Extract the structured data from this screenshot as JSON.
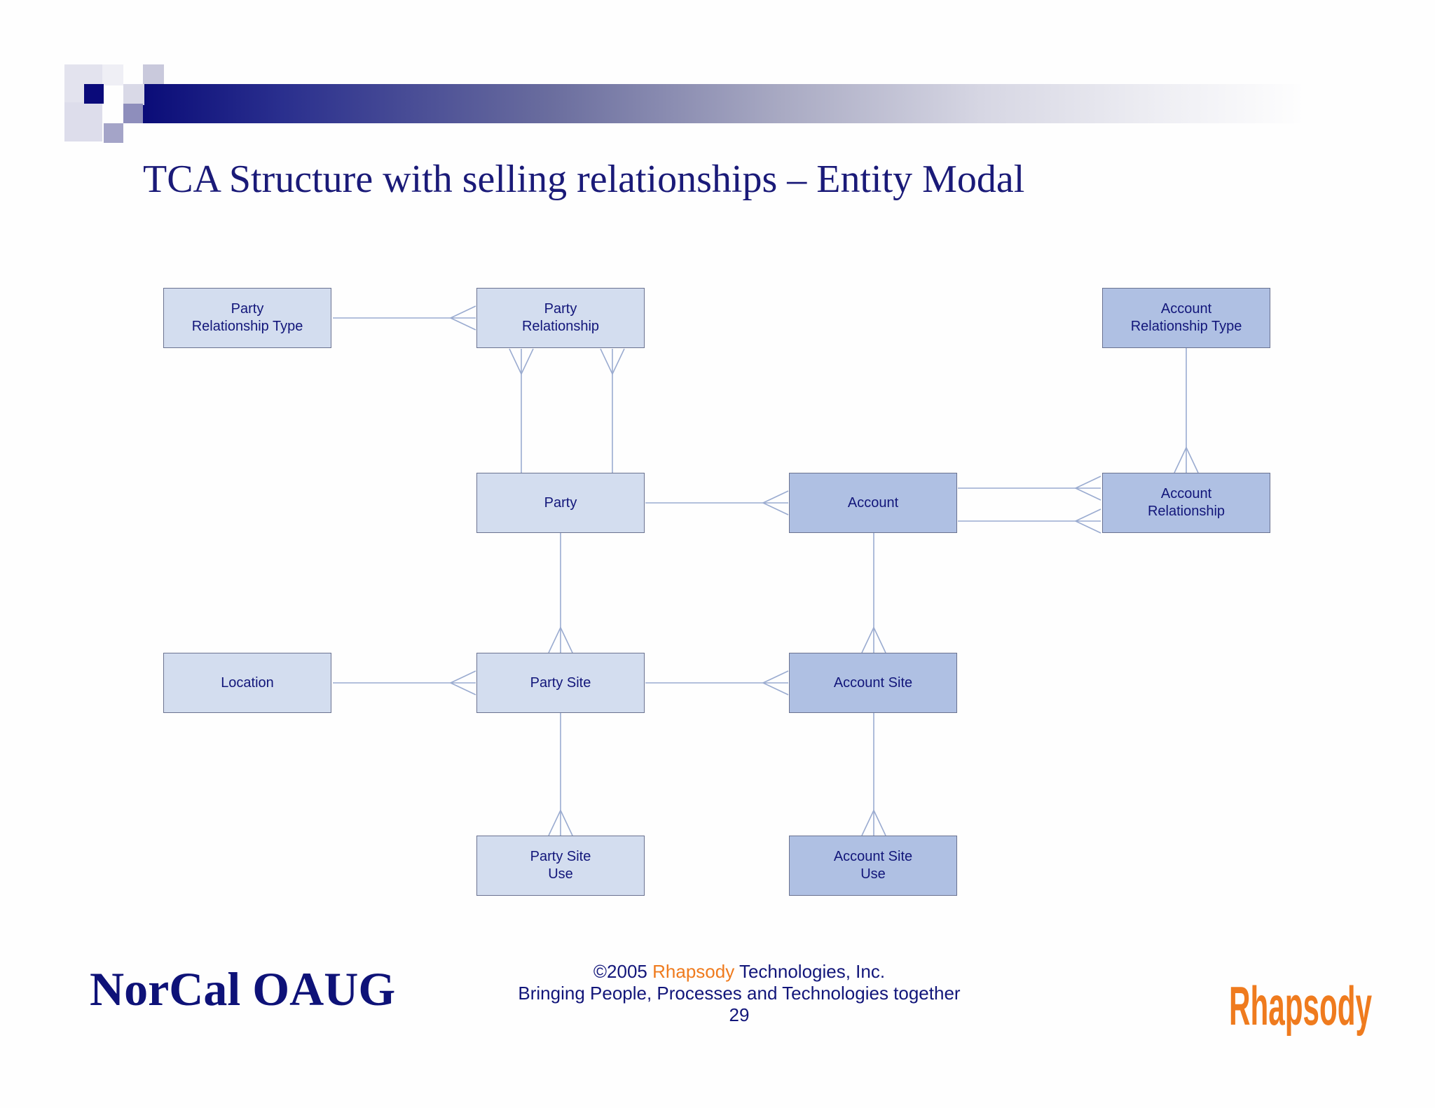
{
  "slide": {
    "title": "TCA Structure with selling relationships – Entity Modal"
  },
  "colors": {
    "title": "#1a1a78",
    "party_entity_fill": "#d3ddef",
    "account_entity_fill": "#afc0e3",
    "connector": "#9aabd0",
    "accent_orange": "#ef7b1e"
  },
  "entities": {
    "party_relationship_type": "Party\nRelationship Type",
    "party_relationship": "Party\nRelationship",
    "account_relationship_type": "Account\nRelationship Type",
    "party": "Party",
    "account": "Account",
    "account_relationship": "Account\nRelationship",
    "location": "Location",
    "party_site": "Party Site",
    "account_site": "Account Site",
    "party_site_use": "Party Site\nUse",
    "account_site_use": "Account Site\nUse"
  },
  "relationships": [
    {
      "from": "party_relationship_type",
      "to": "party_relationship",
      "cardinality": "one-to-many"
    },
    {
      "from": "party",
      "to": "party_relationship",
      "cardinality": "one-to-many"
    },
    {
      "from": "party",
      "to": "party_relationship",
      "cardinality": "one-to-many"
    },
    {
      "from": "party",
      "to": "account",
      "cardinality": "one-to-many"
    },
    {
      "from": "account_relationship_type",
      "to": "account_relationship",
      "cardinality": "one-to-many"
    },
    {
      "from": "account",
      "to": "account_relationship",
      "cardinality": "one-to-many"
    },
    {
      "from": "account",
      "to": "account_relationship",
      "cardinality": "one-to-many"
    },
    {
      "from": "party",
      "to": "party_site",
      "cardinality": "one-to-many"
    },
    {
      "from": "location",
      "to": "party_site",
      "cardinality": "one-to-many"
    },
    {
      "from": "party_site",
      "to": "account_site",
      "cardinality": "one-to-many"
    },
    {
      "from": "account",
      "to": "account_site",
      "cardinality": "one-to-many"
    },
    {
      "from": "party_site",
      "to": "party_site_use",
      "cardinality": "one-to-many"
    },
    {
      "from": "account_site",
      "to": "account_site_use",
      "cardinality": "one-to-many"
    }
  ],
  "footer": {
    "org_name": "NorCal OAUG",
    "copyright_prefix": "©2005 ",
    "company_highlight": "Rhapsody",
    "copyright_suffix": " Technologies, Inc.",
    "tagline": "Bringing People, Processes and Technologies together",
    "page_number": "29",
    "logo_text": "Rhapsody"
  }
}
